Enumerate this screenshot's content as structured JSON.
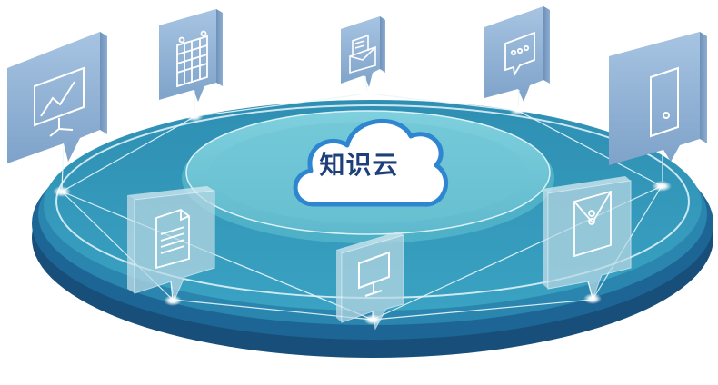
{
  "diagram": {
    "center": {
      "label": "知识云",
      "shape": "cloud"
    },
    "colors": {
      "platform_top": "#3aa0bd",
      "platform_side": "#1d5f8c",
      "platform_rim": "#2a86ae",
      "inner_ring": "#6ec6d6",
      "cloud_outline": "#2f86d0",
      "label_text": "#1d3f7a",
      "card_face": "#8fb2d6",
      "card_glass": "#b9d9e4",
      "node_glow": "#ffffff"
    },
    "nodes": [
      {
        "id": "presentation",
        "icon": "presentation-chart-icon",
        "position": "far-left"
      },
      {
        "id": "calendar",
        "icon": "calendar-icon",
        "position": "back-left"
      },
      {
        "id": "email",
        "icon": "open-envelope-icon",
        "position": "back-center"
      },
      {
        "id": "chat",
        "icon": "chat-bubble-icon",
        "position": "back-right"
      },
      {
        "id": "tablet",
        "icon": "tablet-icon",
        "position": "far-right"
      },
      {
        "id": "document",
        "icon": "document-icon",
        "position": "front-left"
      },
      {
        "id": "monitor",
        "icon": "monitor-icon",
        "position": "front-center"
      },
      {
        "id": "file-envelope",
        "icon": "file-envelope-icon",
        "position": "front-right"
      }
    ]
  }
}
